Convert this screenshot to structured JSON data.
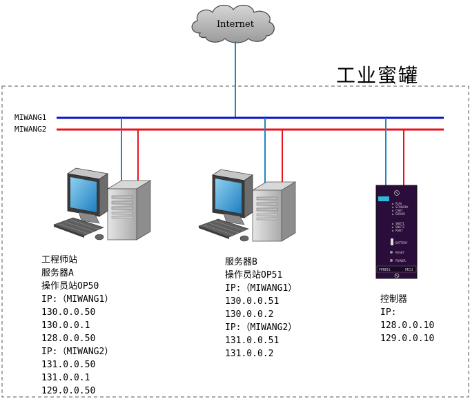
{
  "title": "工业蜜罐",
  "internet": "Internet",
  "buses": [
    "MIWANG1",
    "MIWANG2"
  ],
  "colors": {
    "bus1": "#0a14c8",
    "bus2": "#e8121e",
    "uplink": "#1f86c6",
    "border": "#555555"
  },
  "nodes": {
    "op50": {
      "lines": [
        "工程师站",
        "服务器A",
        "操作员站OP50",
        "IP:（MIWANG1）",
        "130.0.0.50",
        "130.0.0.1",
        "128.0.0.50",
        "IP:（MIWANG2）",
        "131.0.0.50",
        "131.0.0.1",
        "129.0.0.50"
      ]
    },
    "op51": {
      "lines": [
        "服务器B",
        "操作员站OP51",
        "IP:（MIWANG1）",
        "130.0.0.51",
        "130.0.0.2",
        "IP:（MIWANG2）",
        "131.0.0.51",
        "131.0.0.2"
      ]
    },
    "controller": {
      "lines": [
        "控制器",
        "IP:",
        "128.0.0.10",
        "129.0.0.10"
      ],
      "device": {
        "leds": [
          "RUN",
          "STANDBY",
          "CNET",
          "ERROR"
        ],
        "net_leds": [
          "SNET1",
          "SNET2",
          "RNET"
        ],
        "battery": "BATTERY",
        "reset": "RESET",
        "power": "POWER",
        "model": "FM801",
        "tag": "MCU"
      }
    }
  },
  "icons": [
    "cloud-icon",
    "desktop-computer-icon",
    "plc-controller-icon"
  ]
}
